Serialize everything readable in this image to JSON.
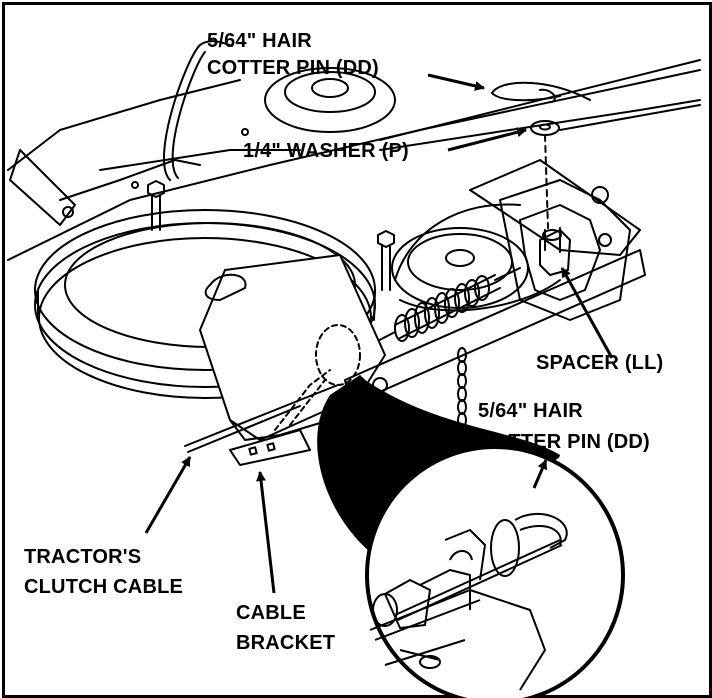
{
  "labels": {
    "hair_pin_top_line1": "5/64\" HAIR",
    "hair_pin_top_line2": "COTTER PIN (DD)",
    "washer": "1/4\" WASHER (P)",
    "spacer": "SPACER (LL)",
    "hair_pin_right_line1": "5/64\" HAIR",
    "hair_pin_right_line2": "COTTER PIN (DD)",
    "clutch_cable_line1": "TRACTOR'S",
    "clutch_cable_line2": "CLUTCH CABLE",
    "cable_bracket_line1": "CABLE",
    "cable_bracket_line2": "BRACKET"
  },
  "colors": {
    "ink": "#000000",
    "paper": "#ffffff"
  }
}
